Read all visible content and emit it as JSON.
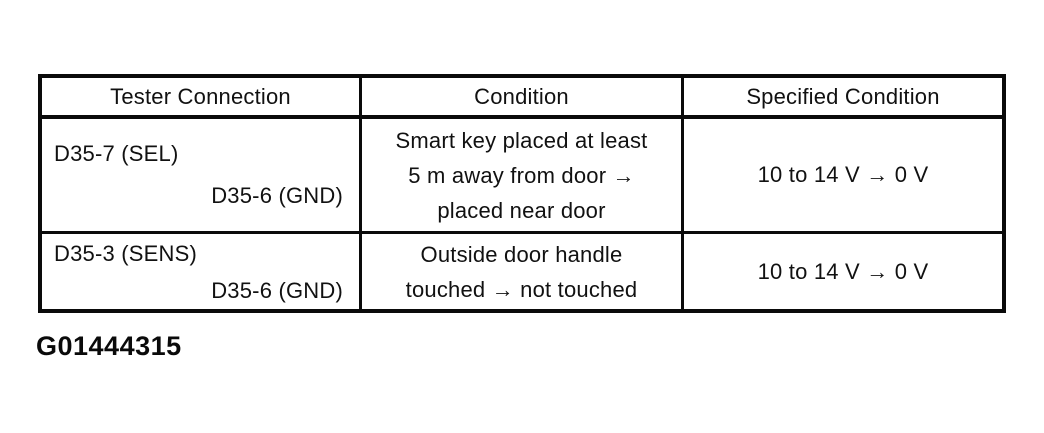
{
  "page": {
    "figure_code": "G01444315"
  },
  "colors": {
    "ink": "#0a0a0a",
    "paper": "#ffffff"
  },
  "table": {
    "headers": [
      "Tester Connection",
      "Condition",
      "Specified Condition"
    ],
    "rows": [
      {
        "tester": {
          "line1": "D35-7 (SEL)",
          "line2": "D35-6 (GND)"
        },
        "condition": {
          "lines": [
            "Smart key placed at least",
            "5 m away from door →",
            "placed near door"
          ]
        },
        "specified": "10 to 14 V → 0 V"
      },
      {
        "tester": {
          "line1": "D35-3 (SENS)",
          "line2": "D35-6 (GND)"
        },
        "condition": {
          "lines": [
            "Outside door handle",
            "touched → not touched"
          ]
        },
        "specified": "10 to 14 V → 0 V"
      }
    ]
  }
}
